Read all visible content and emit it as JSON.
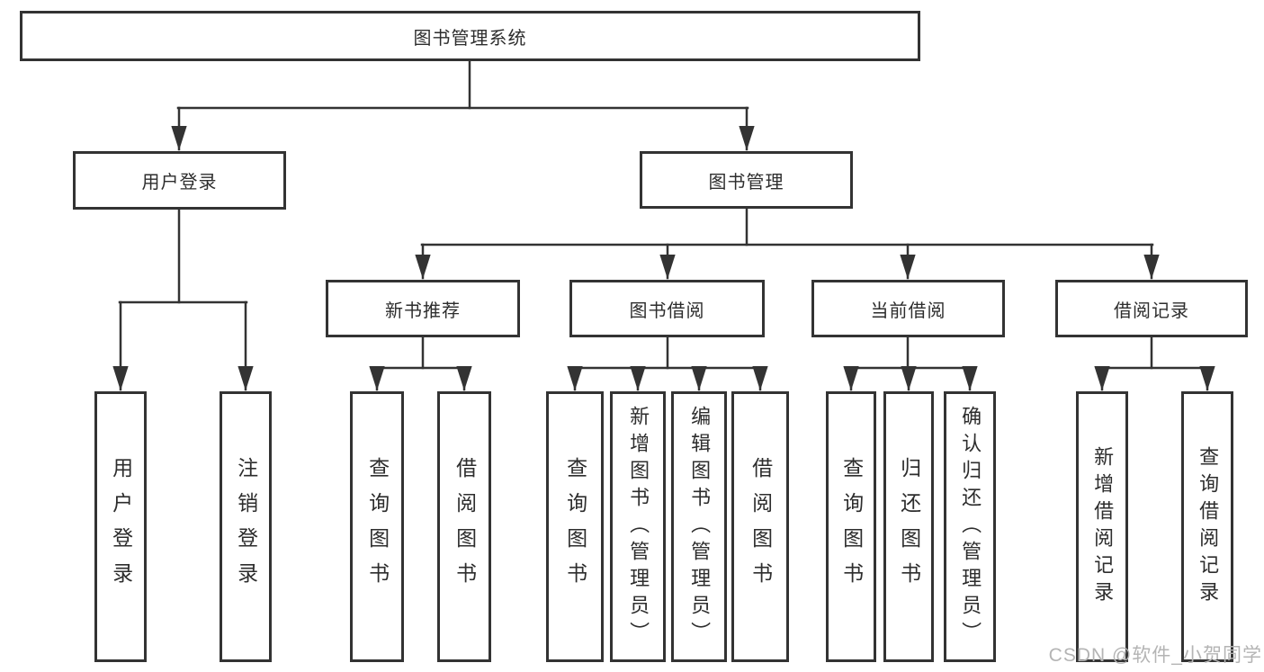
{
  "diagram": {
    "watermark": "CSDN @软件_小贺同学",
    "colors": {
      "line": "#333333",
      "box_border": "#333333",
      "text": "#2d2d2d",
      "watermark_text": "#b4b4b4",
      "background": "#ffffff"
    },
    "tree": {
      "label": "图书管理系统",
      "children": [
        {
          "label": "用户登录",
          "children": [
            {
              "label": "用户登录"
            },
            {
              "label": "注销登录"
            }
          ]
        },
        {
          "label": "图书管理",
          "children": [
            {
              "label": "新书推荐",
              "children": [
                {
                  "label": "查询图书"
                },
                {
                  "label": "借阅图书"
                }
              ]
            },
            {
              "label": "图书借阅",
              "children": [
                {
                  "label": "查询图书"
                },
                {
                  "label": "新增图书（管理员）"
                },
                {
                  "label": "编辑图书（管理员）"
                },
                {
                  "label": "借阅图书"
                }
              ]
            },
            {
              "label": "当前借阅",
              "children": [
                {
                  "label": "查询图书"
                },
                {
                  "label": "归还图书"
                },
                {
                  "label": "确认归还（管理员）"
                }
              ]
            },
            {
              "label": "借阅记录",
              "children": [
                {
                  "label": "新增借阅记录"
                },
                {
                  "label": "查询借阅记录"
                }
              ]
            }
          ]
        }
      ]
    },
    "edges": [
      [
        "图书管理系统",
        "用户登录"
      ],
      [
        "图书管理系统",
        "图书管理"
      ],
      [
        "用户登录",
        "用户登录"
      ],
      [
        "用户登录",
        "注销登录"
      ],
      [
        "图书管理",
        "新书推荐"
      ],
      [
        "图书管理",
        "图书借阅"
      ],
      [
        "图书管理",
        "当前借阅"
      ],
      [
        "图书管理",
        "借阅记录"
      ],
      [
        "新书推荐",
        "查询图书"
      ],
      [
        "新书推荐",
        "借阅图书"
      ],
      [
        "图书借阅",
        "查询图书"
      ],
      [
        "图书借阅",
        "新增图书（管理员）"
      ],
      [
        "图书借阅",
        "编辑图书（管理员）"
      ],
      [
        "图书借阅",
        "借阅图书"
      ],
      [
        "当前借阅",
        "查询图书"
      ],
      [
        "当前借阅",
        "归还图书"
      ],
      [
        "当前借阅",
        "确认归还（管理员）"
      ],
      [
        "借阅记录",
        "新增借阅记录"
      ],
      [
        "借阅记录",
        "查询借阅记录"
      ]
    ]
  }
}
